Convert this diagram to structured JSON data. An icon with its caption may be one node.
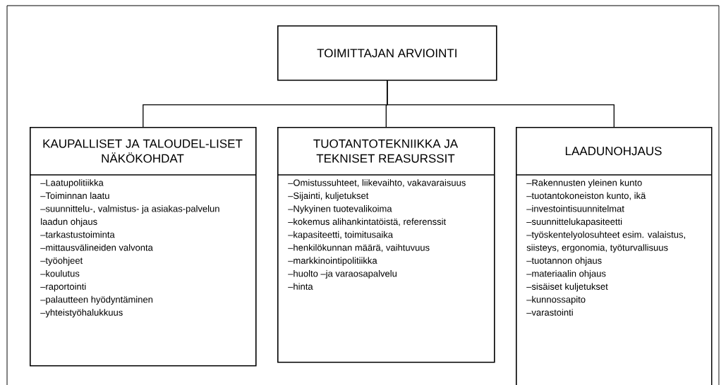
{
  "diagram": {
    "nodes": [
      {
        "text": [
          "TOIMITTAJAN ARVIOINTI"
        ]
      },
      {
        "text": [
          "KAUPALLISET JA TALOUDEL-LISET NÄKÖKOHDAT",
          "–Laatupolitiikka",
          "–Toiminnan laatu",
          "–suunnittelu-, valmistus- ja asiakas-palvelun laadun ohjaus",
          "–tarkastustoiminta",
          "–mittausvälineiden valvonta",
          "–työohjeet",
          "–koulutus",
          "–raportointi",
          "–palautteen hyödyntäminen",
          "–yhteistyöhalukkuus"
        ]
      },
      {
        "text": [
          "TUOTANTOTEKNIIKKA JA TEKNISET REASURSSIT",
          "–Omistussuhteet, liikevaihto, vakavaraisuus",
          "–Sijainti, kuljetukset",
          "–Nykyinen tuotevalikoima",
          "–kokemus alihankintatöistä, referenssit",
          "–kapasiteetti, toimitusaika",
          "–henkilökunnan määrä, vaihtuvuus",
          "–markkinointipolitiikka",
          "–huolto –ja varaosapalvelu",
          "–hinta"
        ]
      },
      {
        "text": [
          "LAADUNOHJAUS",
          "–Rakennusten yleinen kunto",
          "–tuotantokoneiston kunto, ikä",
          "–investointisuunnitelmat",
          "–suunnittelukapasiteetti",
          "–työskentelyolosuhteet esim. valaistus, siisteys, ergonomia, työturvallisuus",
          "–tuotannon ohjaus",
          "–materiaalin ohjaus",
          "–sisäiset kuljetukset",
          "–kunnossapito",
          "–varastointi"
        ]
      }
    ],
    "edges": [
      {
        "from": 0,
        "to": 1,
        "arrow": "none"
      },
      {
        "from": 0,
        "to": 2,
        "arrow": "none"
      },
      {
        "from": 0,
        "to": 3,
        "arrow": "none"
      }
    ]
  }
}
